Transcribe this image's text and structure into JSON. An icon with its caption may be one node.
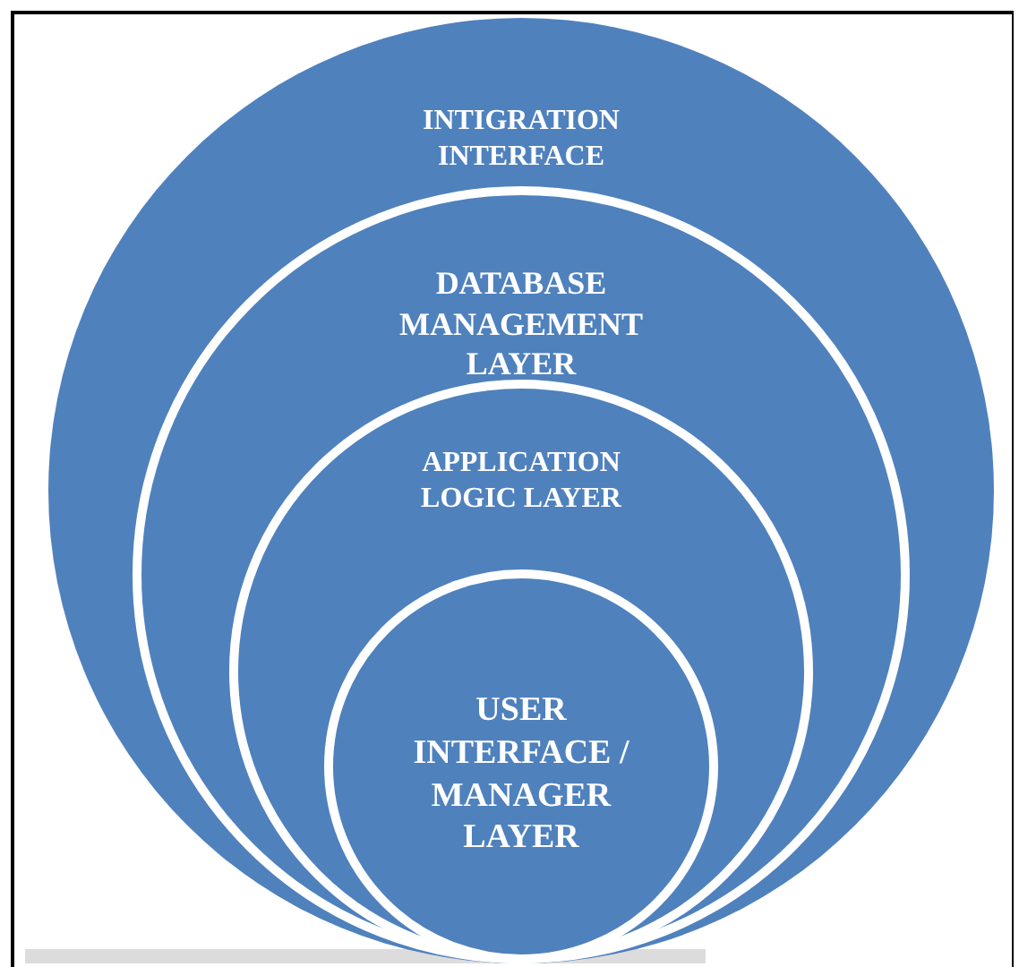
{
  "diagram": {
    "nodes": [
      {
        "text": [
          "INTIGRATION INTERFACE"
        ]
      },
      {
        "text": [
          "DATABASE MANAGEMENT LAYER"
        ],
        "in": 0
      },
      {
        "text": [
          "APPLICATION LOGIC LAYER"
        ],
        "in": 1
      },
      {
        "text": [
          "USER INTERFACE / MANAGER LAYER"
        ],
        "in": 2
      }
    ]
  }
}
